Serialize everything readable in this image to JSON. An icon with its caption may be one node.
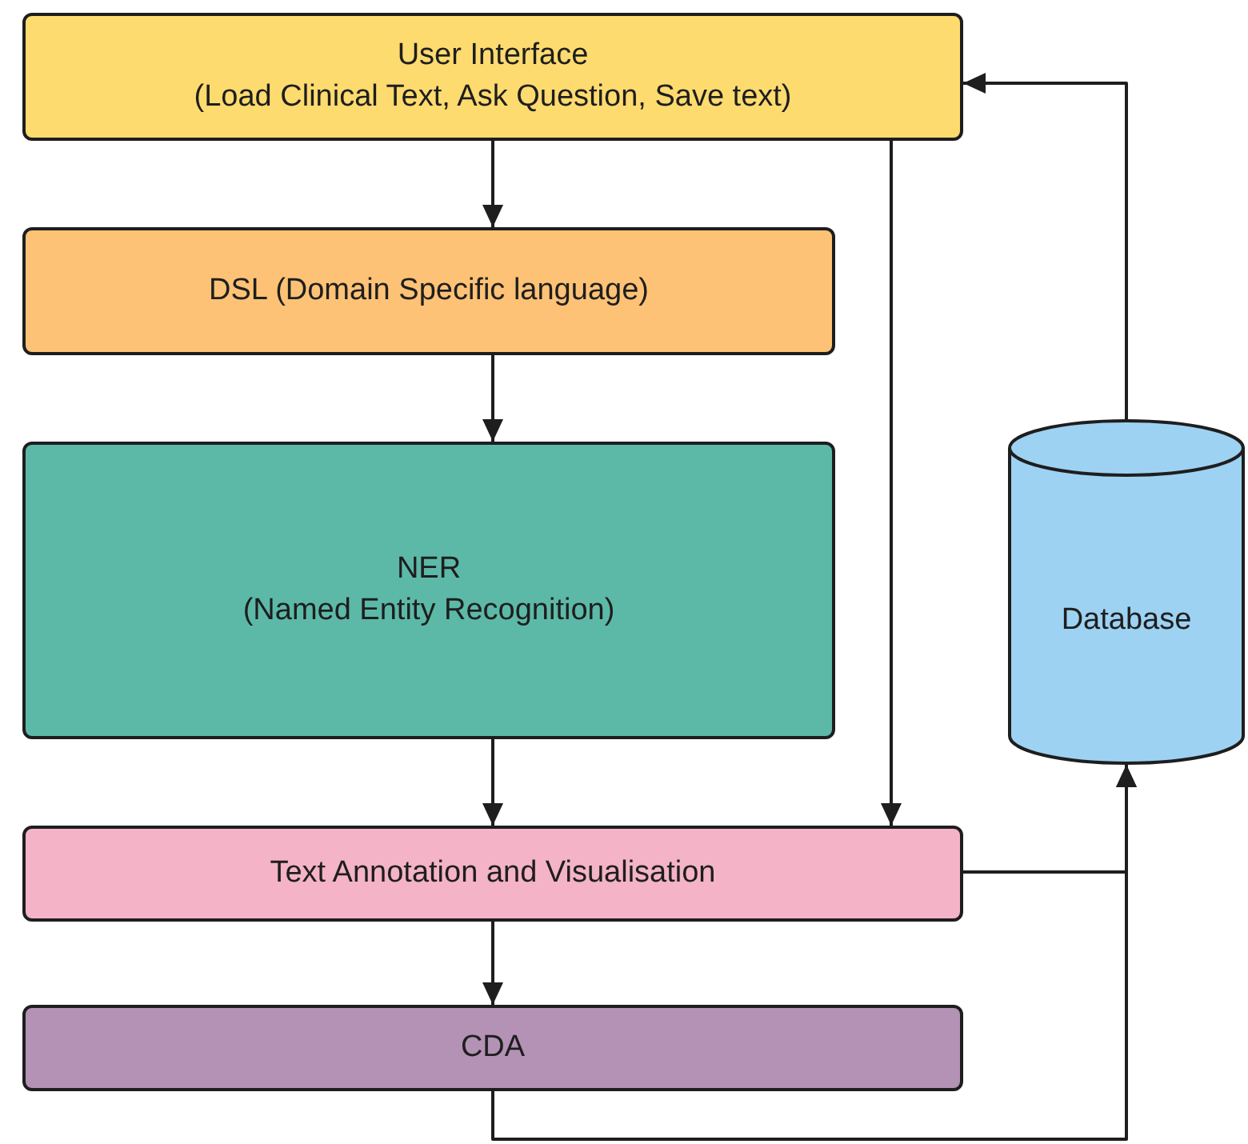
{
  "diagram": {
    "nodes": [
      {
        "text": [
          "User Interface",
          "(Load Clinical Text, Ask Question, Save text)"
        ]
      },
      {
        "text": [
          "DSL (Domain Specific language)"
        ]
      },
      {
        "text": [
          "NER",
          "(Named Entity Recognition)"
        ]
      },
      {
        "text": [
          "Text Annotation and Visualisation"
        ]
      },
      {
        "text": [
          "CDA"
        ]
      },
      {
        "text": [
          "Database"
        ]
      }
    ],
    "edges": [
      {
        "from": 0,
        "to": 1,
        "arrow": "to"
      },
      {
        "from": 1,
        "to": 2,
        "arrow": "to"
      },
      {
        "from": 2,
        "to": 3,
        "arrow": "to"
      },
      {
        "from": 3,
        "to": 4,
        "arrow": "to"
      },
      {
        "from": 0,
        "to": 3,
        "arrow": "to"
      },
      {
        "from": 5,
        "to": 0,
        "arrow": "to"
      },
      {
        "from": 3,
        "to": 5,
        "arrow": "to"
      },
      {
        "from": 4,
        "to": 5,
        "arrow": "to"
      }
    ]
  }
}
